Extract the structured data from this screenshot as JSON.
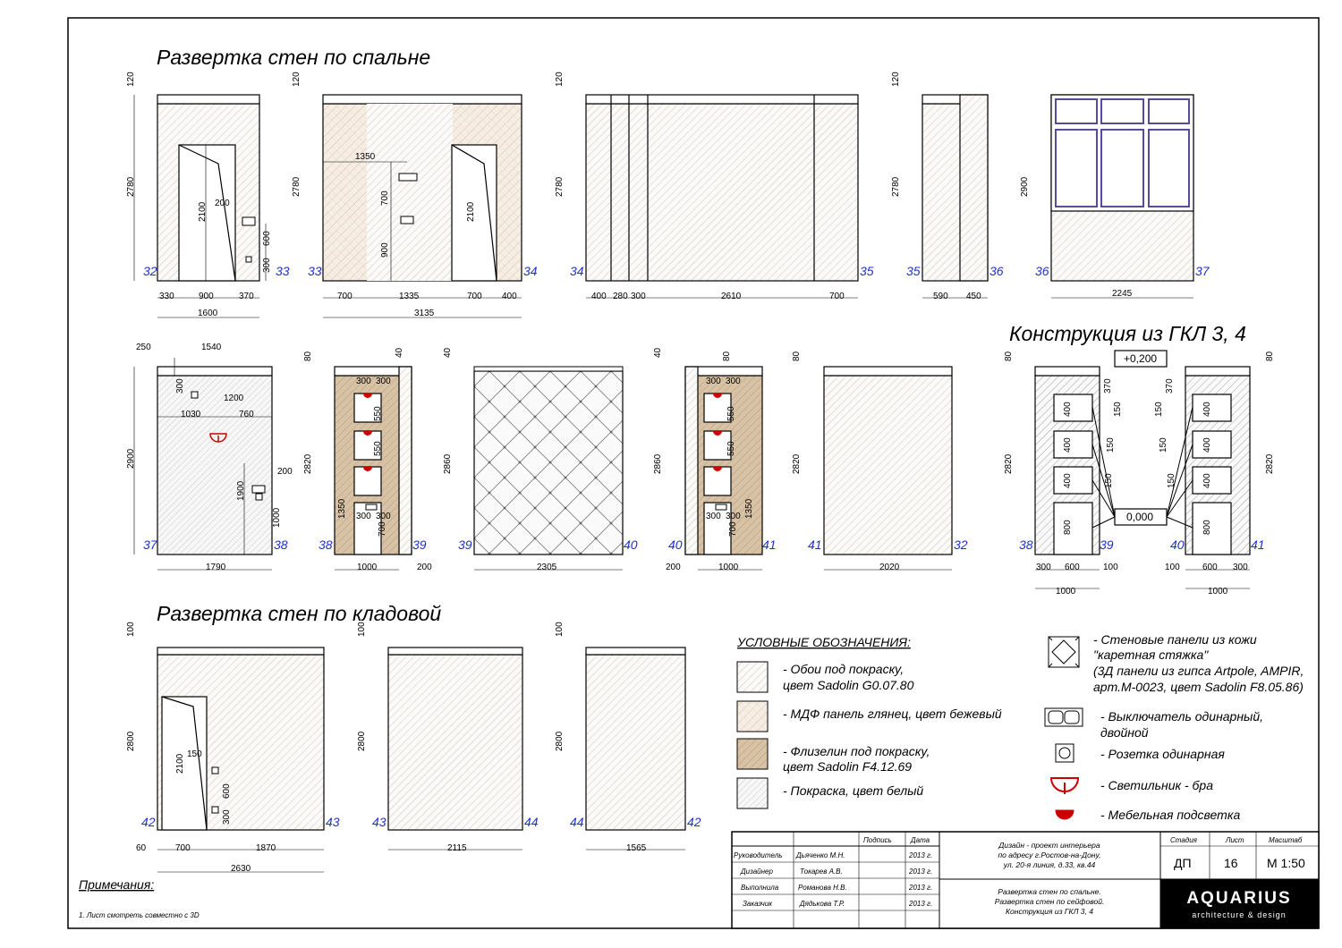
{
  "titles": {
    "bedroom": "Развертка стен по спальне",
    "gkl": "Конструкция из ГКЛ 3, 4",
    "pantry": "Развертка стен по кладовой"
  },
  "elevations": {
    "w32_33": {
      "dims": [
        "120",
        "2780",
        "2100",
        "200",
        "600",
        "300",
        "330",
        "900",
        "370",
        "1600"
      ],
      "left": "32",
      "right": "33"
    },
    "w33_34": {
      "dims": [
        "120",
        "2780",
        "1350",
        "700",
        "900",
        "2100",
        "700",
        "1335",
        "700",
        "400",
        "3135"
      ],
      "left": "33",
      "right": "34"
    },
    "w34_35": {
      "dims": [
        "120",
        "2780",
        "400",
        "280",
        "300",
        "2610",
        "700"
      ],
      "left": "34",
      "right": "35"
    },
    "w35_36": {
      "dims": [
        "120",
        "2780",
        "590",
        "450"
      ],
      "left": "35",
      "right": "36"
    },
    "w36_37": {
      "dims": [
        "2900",
        "2245"
      ],
      "left": "36",
      "right": "37"
    },
    "w37_38": {
      "dims": [
        "250",
        "1540",
        "2900",
        "300",
        "1200",
        "1030",
        "760",
        "200",
        "1900",
        "1000",
        "1790"
      ],
      "left": "37",
      "right": "38"
    },
    "w38_39": {
      "dims": [
        "80",
        "40",
        "2820",
        "300",
        "300",
        "550",
        "550",
        "300",
        "300",
        "1350",
        "700",
        "1000",
        "200"
      ],
      "left": "38",
      "right": "39"
    },
    "w39_40": {
      "dims": [
        "40",
        "2860",
        "2305"
      ],
      "left": "39",
      "right": "40"
    },
    "w40_41": {
      "dims": [
        "40",
        "80",
        "2860",
        "300",
        "300",
        "550",
        "550",
        "300",
        "300",
        "1350",
        "700",
        "200",
        "1000"
      ],
      "left": "40",
      "right": "41"
    },
    "w41_32": {
      "dims": [
        "80",
        "2820",
        "2020"
      ],
      "left": "41",
      "right": "32"
    },
    "gkl": {
      "dims": [
        "80",
        "2820",
        "370",
        "400",
        "150",
        "400",
        "150",
        "400",
        "150",
        "800",
        "300",
        "600",
        "100",
        "1000",
        "+0,200",
        "0,000"
      ],
      "nums": [
        "38",
        "39",
        "40",
        "41"
      ]
    },
    "w42_43": {
      "dims": [
        "100",
        "2800",
        "2100",
        "150",
        "600",
        "300",
        "60",
        "700",
        "1870",
        "2630"
      ],
      "left": "42",
      "right": "43"
    },
    "w43_44": {
      "dims": [
        "100",
        "2800",
        "2115"
      ],
      "left": "43",
      "right": "44"
    },
    "w44_42": {
      "dims": [
        "100",
        "2800",
        "1565"
      ],
      "left": "44",
      "right": "42"
    }
  },
  "legend": {
    "heading": "УСЛОВНЫЕ ОБОЗНАЧЕНИЯ:",
    "items": [
      [
        "- Обои под покраску,",
        "цвет Sadolin G0.07.80"
      ],
      [
        "- МДФ панель глянец, цвет бежевый"
      ],
      [
        "- Флизелин под покраску,",
        "цвет Sadolin F4.12.69"
      ],
      [
        "- Покраска, цвет белый"
      ],
      [
        "- Стеновые панели из кожи",
        "\"каретная стяжка\"",
        "(3Д панели из гипса Artpole, AMPIR,",
        "арт.М-0023, цвет Sadolin F8.05.86)"
      ],
      [
        "- Выключатель одинарный,",
        "двойной"
      ],
      [
        "- Розетка одинарная"
      ],
      [
        "- Светильник - бра"
      ],
      [
        "- Мебельная подсветка"
      ]
    ]
  },
  "notes": {
    "heading": "Примечания:",
    "text": "1. Лист смотреть совместно с 3D"
  },
  "title_block": {
    "col_sign": "Подпись",
    "col_date": "Дата",
    "rows": [
      [
        "Руководитель",
        "Дьяченко М.Н.",
        "2013 г."
      ],
      [
        "Дизайнер",
        "Токарев А.В.",
        "2013 г."
      ],
      [
        "Выполнила",
        "Романова Н.В.",
        "2013 г."
      ],
      [
        "Заказчик",
        "Дядькова Т.Р.",
        "2013 г."
      ]
    ],
    "project": [
      "Дизайн - проект интерьера",
      "по адресу г.Ростов-на-Дону,",
      "ул. 20-я линия, д.33, кв.44"
    ],
    "sheet_title": [
      "Развертка стен по спальне.",
      "Развертка стен по сейфовой.",
      "Конструкция из ГКЛ 3, 4"
    ],
    "stage_label": "Стадия",
    "sheet_label": "Лист",
    "scale_label": "Масштаб",
    "stage": "ДП",
    "sheet": "16",
    "scale": "М 1:50",
    "logo": "AQUARIUS",
    "logo_sub": "architecture & design"
  },
  "colors": {
    "outline": "#000000",
    "wall_number": "#1f2fd0",
    "fleece_fill": "#d9c2a3",
    "hatch": "#c9bfb3",
    "lamp": "#cc0000",
    "window": "#5a4a9a"
  }
}
